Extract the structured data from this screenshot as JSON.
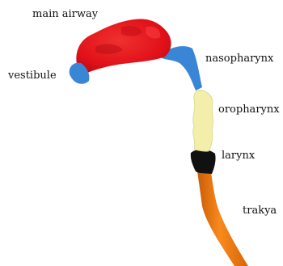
{
  "labels": {
    "main_airway": "main airway",
    "vestibule": "vestibule",
    "nasopharynx": "nasopharynx",
    "oropharynx": "oropharynx",
    "larynx": "larynx",
    "trakya": "trakya"
  },
  "colors": {
    "main_airway": "#e8141e",
    "vestibule": "#3a86d6",
    "nasopharynx": "#3a86d6",
    "oropharynx": "#f3efaa",
    "larynx": "#111111",
    "trakya": "#f07810"
  }
}
